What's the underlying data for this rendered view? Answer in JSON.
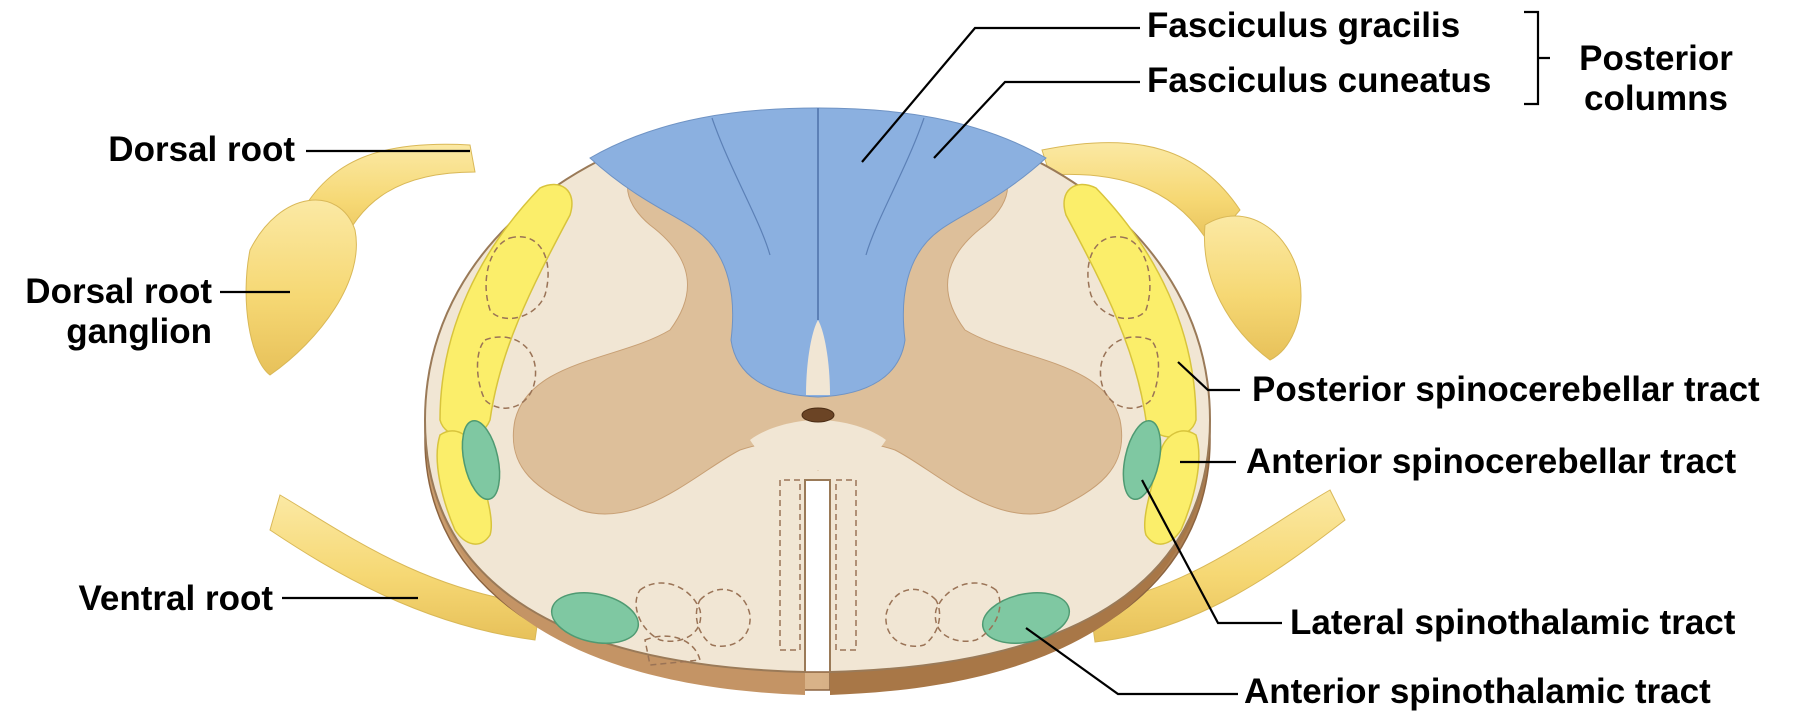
{
  "labels": {
    "fasciculus_gracilis": "Fasciculus gracilis",
    "fasciculus_cuneatus": "Fasciculus cuneatus",
    "posterior_columns_line1": "Posterior",
    "posterior_columns_line2": "columns",
    "dorsal_root": "Dorsal root",
    "dorsal_root_ganglion_line1": "Dorsal root",
    "dorsal_root_ganglion_line2": "ganglion",
    "ventral_root": "Ventral root",
    "posterior_spinocerebellar_tract": "Posterior spinocerebellar tract",
    "anterior_spinocerebellar_tract": "Anterior spinocerebellar tract",
    "lateral_spinothalamic_tract": "Lateral spinothalamic tract",
    "anterior_spinothalamic_tract": "Anterior spinothalamic tract"
  },
  "colors": {
    "posterior_columns": "#8bb0e0",
    "gray_matter": "#ddbf9a",
    "white_matter": "#f1e6d4",
    "spinocerebellar": "#fbee6a",
    "spinothalamic": "#7fc8a2",
    "nerve_root": "#f6dc84",
    "cord_side": "#b98a5d",
    "outline": "#7a5a3c"
  }
}
